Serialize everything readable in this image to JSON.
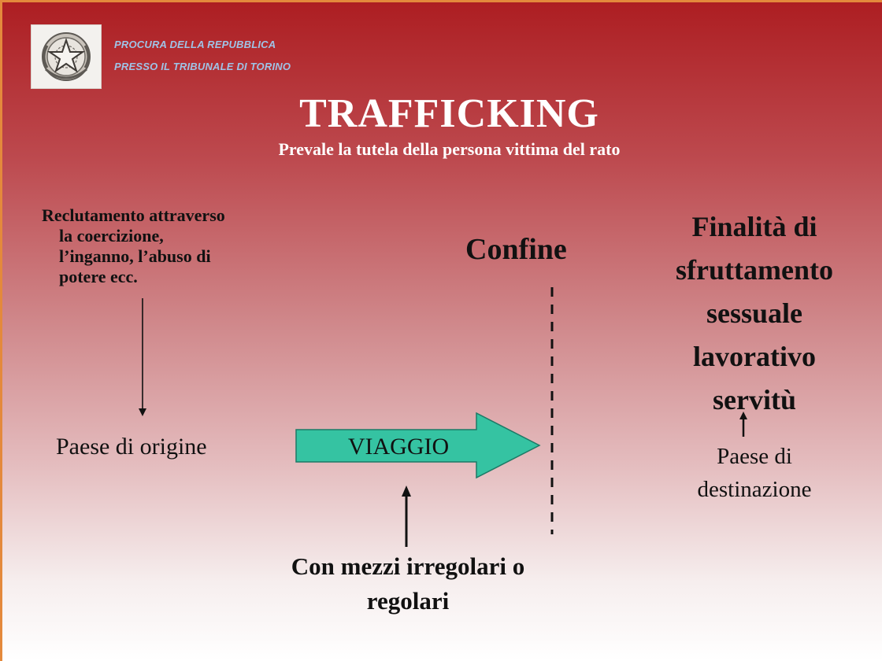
{
  "header": {
    "line1": "PROCURA DELLA REPUBBLICA",
    "line2": "PRESSO IL  TRIBUNALE DI TORINO",
    "emblem_icon": "italian-republic-emblem"
  },
  "title": "TRAFFICKING",
  "subtitle": "Prevale la tutela della persona vittima del rato",
  "recruitment": {
    "line1": "Reclutamento attraverso",
    "line2": "la coercizione,",
    "line3": "l’inganno, l’abuso di",
    "line4": "potere ecc."
  },
  "origin_label": "Paese di origine",
  "journey_label": "VIAGGIO",
  "border_label": "Confine",
  "purpose": {
    "line1": "Finalità di",
    "line2": "sfruttamento",
    "line3": "sessuale",
    "line4": "lavorativo",
    "line5": "servitù"
  },
  "destination": {
    "line1": "Paese di",
    "line2": "destinazione"
  },
  "means": {
    "line1": "Con mezzi irregolari o",
    "line2": "regolari"
  },
  "colors": {
    "background_top": "#ad1e22",
    "background_bottom": "#ffffff",
    "frame_border": "#e4893c",
    "header_text": "#9fc3e6",
    "journey_arrow_fill": "#35c3a2"
  }
}
